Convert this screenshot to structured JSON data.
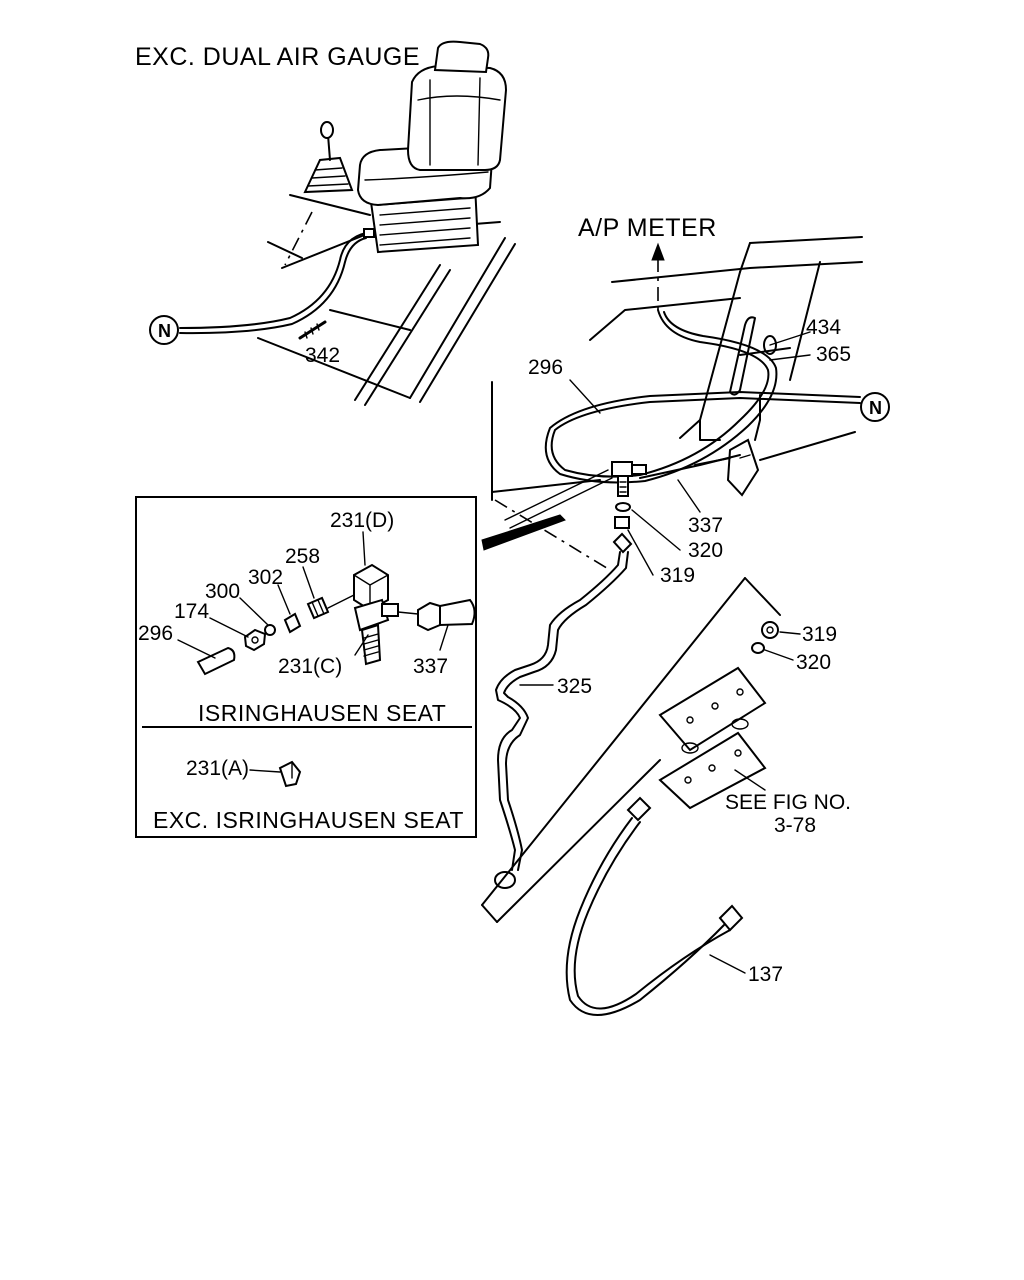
{
  "diagram": {
    "headings": {
      "exc_dual_air_gauge": "EXC. DUAL AIR GAUGE",
      "ap_meter": "A/P METER",
      "isringhausen_seat": "ISRINGHAUSEN SEAT",
      "exc_isringhausen_seat": "EXC. ISRINGHAUSEN SEAT",
      "see_fig": "SEE FIG NO.",
      "see_fig_no": "3-78"
    },
    "connector_label": "N",
    "parts": {
      "p342": "342",
      "p296_top": "296",
      "p434": "434",
      "p365": "365",
      "p337_top": "337",
      "p320_top": "320",
      "p319_top": "319",
      "p325": "325",
      "p319_bot": "319",
      "p320_bot": "320",
      "p137": "137",
      "p231d": "231(D)",
      "p258": "258",
      "p302": "302",
      "p300": "300",
      "p174": "174",
      "p296_box": "296",
      "p231c": "231(C)",
      "p337_box": "337",
      "p231a": "231(A)"
    }
  }
}
